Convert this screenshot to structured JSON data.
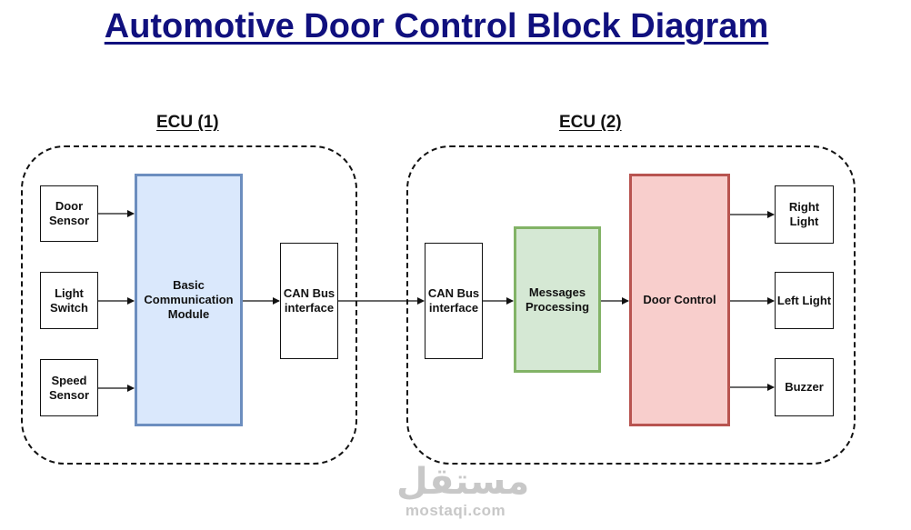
{
  "title": "Automotive Door Control Block Diagram",
  "ecu1": {
    "label": "ECU (1)",
    "inputs": [
      "Door\nSensor",
      "Light\nSwitch",
      "Speed\nSensor"
    ],
    "module": "Basic\nCommunication\nModule",
    "can": "CAN Bus\ninterface"
  },
  "ecu2": {
    "label": "ECU (2)",
    "can": "CAN Bus\ninterface",
    "processing": "Messages\nProcessing",
    "control": "Door Control",
    "outputs": [
      "Right\nLight",
      "Left Light",
      "Buzzer"
    ]
  },
  "colors": {
    "title": "#10107e",
    "blue_fill": "#dae8fc",
    "blue_stroke": "#6c8ebf",
    "green_fill": "#d5e8d4",
    "green_stroke": "#82b366",
    "red_fill": "#f8cecc",
    "red_stroke": "#b85450"
  },
  "watermark": {
    "arabic": "مستقل",
    "latin": "mostaqi.com"
  }
}
